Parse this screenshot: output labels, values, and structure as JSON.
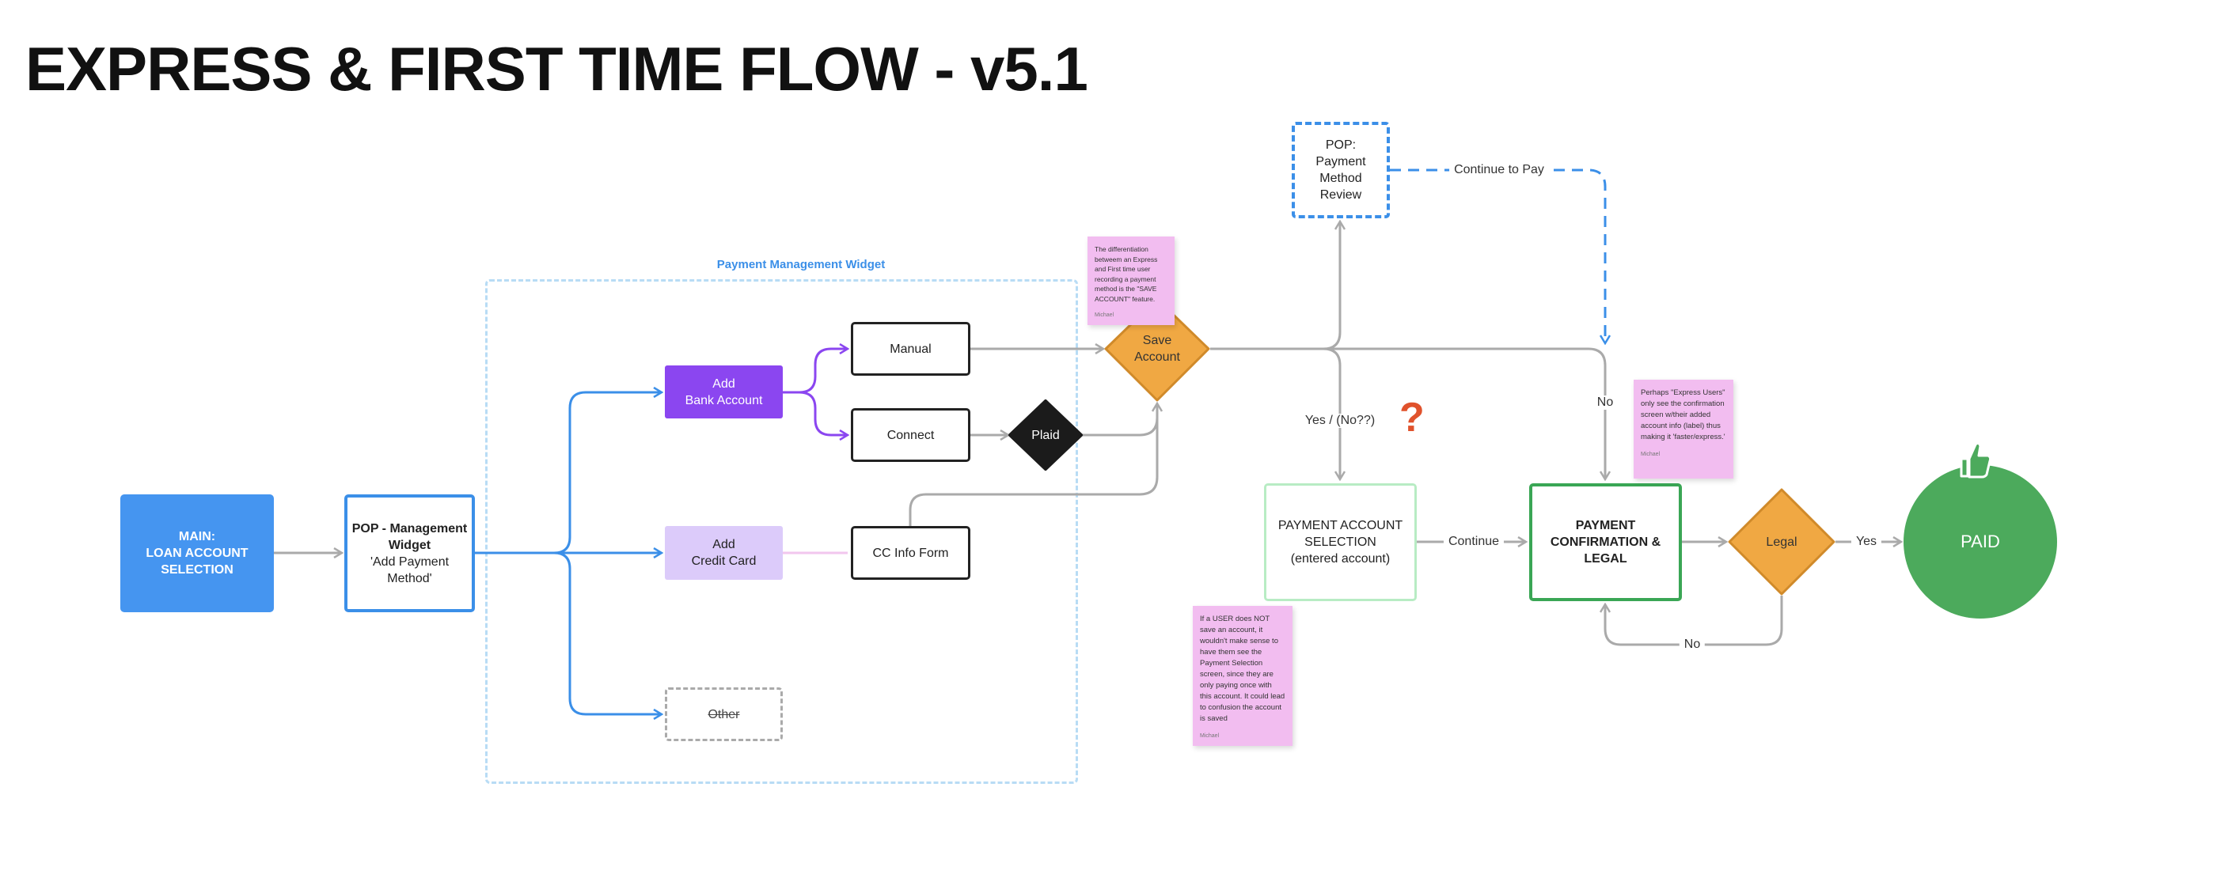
{
  "title": "EXPRESS & FIRST TIME FLOW - v5.1",
  "colors": {
    "primary_blue": "#4595f0",
    "purple": "#8b46f0",
    "light_purple": "#dccbfa",
    "decision_orange": "#f0a843",
    "paid_green": "#4caa5c",
    "sticky_pink": "#f2bdf0",
    "question_red": "#e0522c",
    "line_gray": "#aaaaaa"
  },
  "container": {
    "label": "Payment Management Widget"
  },
  "nodes": {
    "main": "MAIN:\nLOAN ACCOUNT\nSELECTION",
    "pop_title": "POP - Management\nWidget",
    "pop_subtitle": "'Add Payment\nMethod'",
    "add_bank": "Add\nBank Account",
    "add_credit": "Add\nCredit Card",
    "other": "Other",
    "manual": "Manual",
    "connect": "Connect",
    "cc_form": "CC Info Form",
    "plaid": "Plaid",
    "save_account": "Save\nAccount",
    "review": "POP:\nPayment\nMethod\nReview",
    "payment_selection": "PAYMENT ACCOUNT\nSELECTION\n(entered account)",
    "confirmation": "PAYMENT\nCONFIRMATION & LEGAL",
    "legal": "Legal",
    "paid": "PAID"
  },
  "edge_labels": {
    "continue_to_pay": "Continue to Pay",
    "yes_no": "Yes / (No??)",
    "question": "?",
    "no_top": "No",
    "continue": "Continue",
    "yes": "Yes",
    "no_loop": "No"
  },
  "notes": [
    {
      "text": "The differentiation betweem an Express and First time user recording a payment method is the \"SAVE ACCOUNT\" feature.",
      "author": "Michael"
    },
    {
      "text": "If a USER does NOT save an account, it wouldn't make sense to have them see the Payment Selection screen, since they are only paying once with this account. It could lead to confusion the account is saved",
      "author": "Michael"
    },
    {
      "text": "Perhaps \"Express Users\" only see the confirmation screen w/their added account info (label) thus making it 'faster/express.'",
      "author": "Michael"
    }
  ],
  "icons": {
    "paid_badge": "thumbs-up-icon"
  }
}
